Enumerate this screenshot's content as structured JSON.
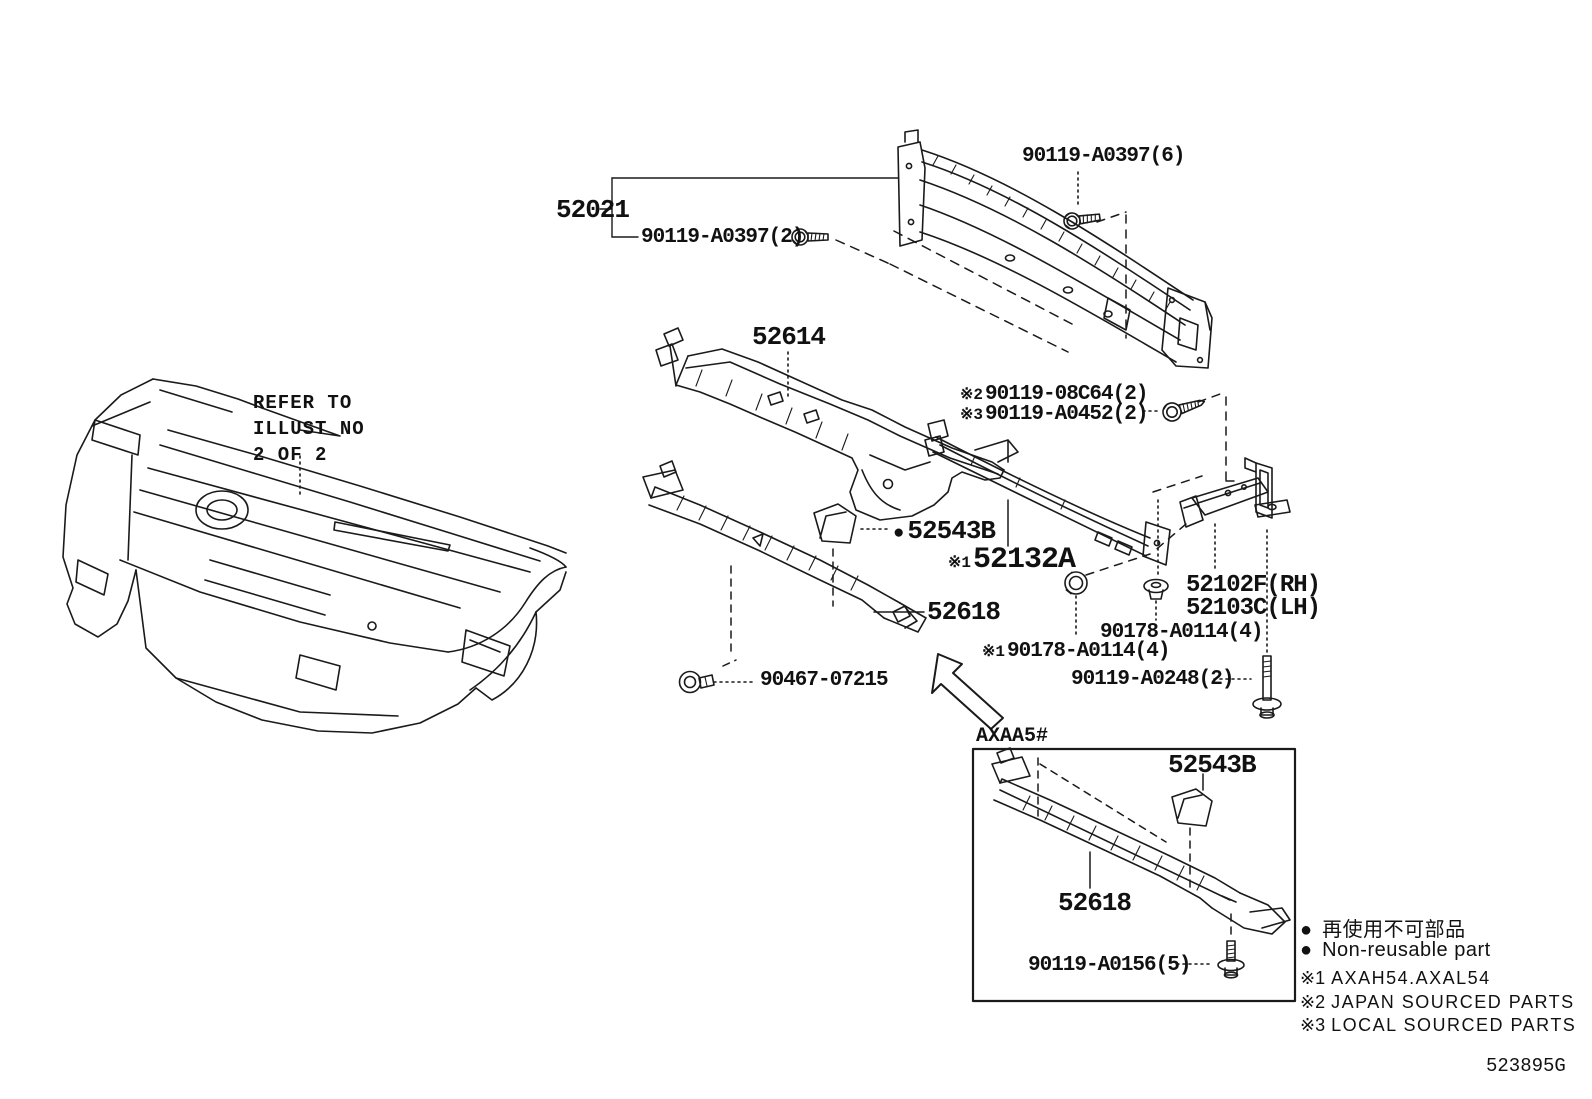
{
  "doc_code": "523895G",
  "ref_note": {
    "lines": [
      "REFER TO",
      "ILLUST NO",
      "2 OF 2"
    ]
  },
  "callouts": {
    "c52021": {
      "number": "52021"
    },
    "c90119_a0397_2": {
      "number": "90119-A0397(2)"
    },
    "c90119_a0397_6": {
      "number": "90119-A0397(6)"
    },
    "c52614": {
      "number": "52614"
    },
    "c90119_08c64": {
      "prefix": "※2",
      "number": "90119-08C64(2)"
    },
    "c90119_a0452": {
      "prefix": "※3",
      "number": "90119-A0452(2)"
    },
    "c52543b": {
      "bullet": "●",
      "number": "52543B"
    },
    "c52132a": {
      "prefix": "※1",
      "number": "52132A"
    },
    "c52618": {
      "number": "52618"
    },
    "c52102f": {
      "number": "52102F(RH)"
    },
    "c52103c": {
      "number": "52103C(LH)"
    },
    "c90178_a0114": {
      "number": "90178-A0114(4)"
    },
    "c90178_a0114_x1": {
      "prefix": "※1",
      "number": "90178-A0114(4)"
    },
    "c90467_07215": {
      "number": "90467-07215"
    },
    "c90119_a0248": {
      "number": "90119-A0248(2)"
    }
  },
  "inset": {
    "model_code": "AXAA5#",
    "c52543b": {
      "number": "52543B"
    },
    "c52618": {
      "number": "52618"
    },
    "c90119_a0156": {
      "number": "90119-A0156(5)"
    }
  },
  "legend": {
    "nonreusable": {
      "bullet": "●",
      "jp": "再使用不可部品",
      "en": "Non-reusable part"
    },
    "notes": [
      {
        "prefix": "※1",
        "text": "AXAH54.AXAL54"
      },
      {
        "prefix": "※2",
        "text": "JAPAN SOURCED PARTS"
      },
      {
        "prefix": "※3",
        "text": "LOCAL SOURCED PARTS"
      }
    ]
  }
}
